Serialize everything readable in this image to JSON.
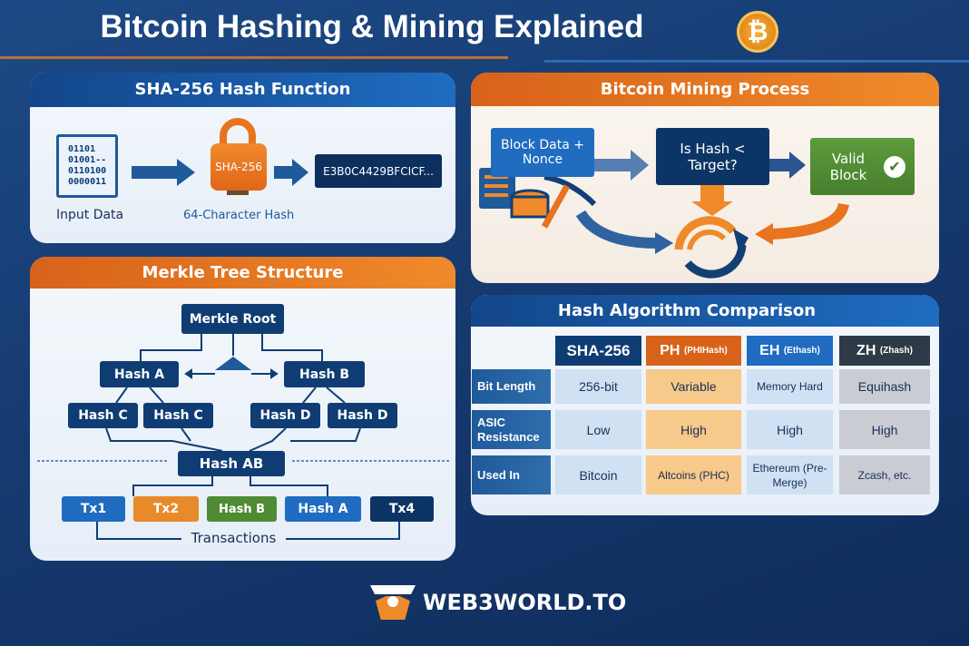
{
  "title": "Bitcoin Hashing & Mining Explained",
  "coin_symbol": "₿",
  "sha_panel": {
    "title": "SHA-256 Hash Function",
    "binary": [
      "01101",
      "01001--",
      "0110100",
      "0000011"
    ],
    "lock_label": "SHA-256",
    "hash_output": "E3B0C4429BFCICF...",
    "input_label": "Input Data",
    "hash_label": "64-Character Hash"
  },
  "mining_panel": {
    "title": "Bitcoin Mining Process",
    "block_data": "Block Data + Nonce",
    "check": "Is Hash < Target?",
    "valid": "Valid Block"
  },
  "merkle_panel": {
    "title": "Merkle Tree Structure",
    "root": "Merkle Root",
    "level1": [
      "Hash A",
      "Hash B"
    ],
    "level2": [
      "Hash C",
      "Hash C",
      "Hash D",
      "Hash D"
    ],
    "middle": "Hash AB",
    "leaves": [
      "Tx1",
      "Tx2",
      "Hash B",
      "Hash A",
      "Tx4"
    ],
    "leaves_label": "Transactions"
  },
  "table_panel": {
    "title": "Hash Algorithm Comparison",
    "columns": [
      {
        "abbr": "SHA-256",
        "full": ""
      },
      {
        "abbr": "PH",
        "full": "(PHIHash)"
      },
      {
        "abbr": "EH",
        "full": "(Ethash)"
      },
      {
        "abbr": "ZH",
        "full": "(Zhash)"
      }
    ],
    "rows": [
      {
        "label": "Bit Length",
        "cells": [
          "256-bit",
          "Variable",
          "Memory Hard",
          "Equihash"
        ]
      },
      {
        "label": "ASIC Resistance",
        "cells": [
          "Low",
          "High",
          "High",
          "High"
        ]
      },
      {
        "label": "Used In",
        "cells": [
          "Bitcoin",
          "Altcoins (PHC)",
          "Ethereum (Pre-Merge)",
          "Zcash, etc."
        ]
      }
    ]
  },
  "footer": {
    "brand": "WEB3WORLD.TO"
  },
  "colors": {
    "navy": "#0f3d73",
    "orange": "#e8741f",
    "green": "#4f8a34",
    "blue": "#1f6cc0"
  }
}
